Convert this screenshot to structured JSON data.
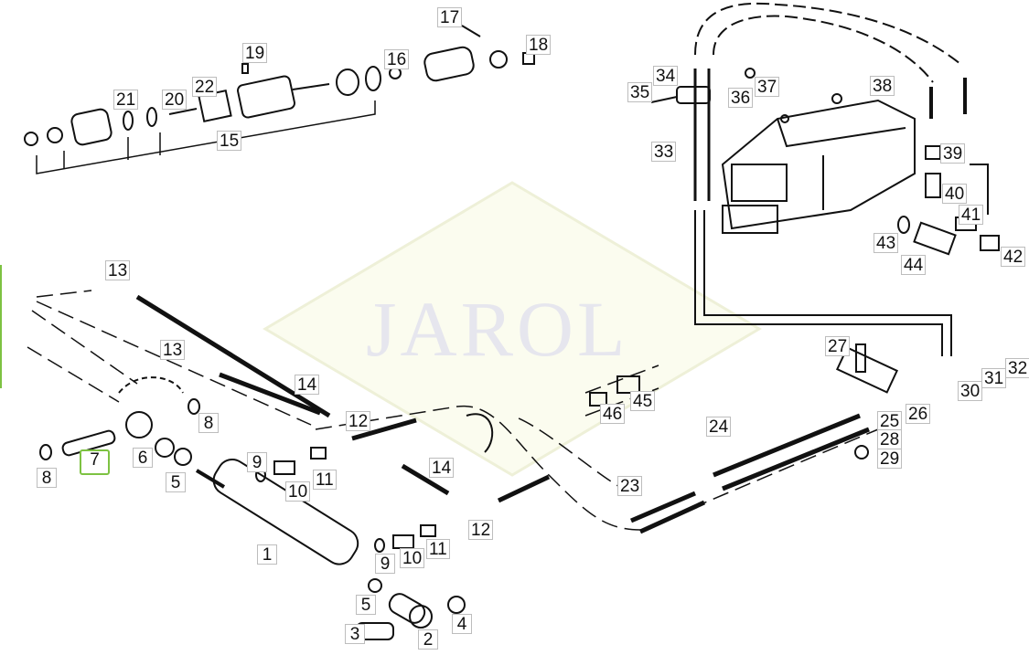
{
  "watermark": "JAROL",
  "selected_part": "7",
  "colors": {
    "highlight": "#7dc242",
    "line": "#111111",
    "label_border": "#bdbdbd"
  },
  "labels": [
    "17",
    "18",
    "19",
    "16",
    "21",
    "22",
    "20",
    "15",
    "34",
    "35",
    "36",
    "37",
    "38",
    "33",
    "39",
    "40",
    "41",
    "43",
    "44",
    "42",
    "13",
    "13",
    "14",
    "12",
    "8",
    "8",
    "7",
    "6",
    "5",
    "9",
    "10",
    "11",
    "14",
    "12",
    "23",
    "24",
    "27",
    "25",
    "26",
    "28",
    "29",
    "30",
    "31",
    "32",
    "45",
    "46",
    "1",
    "9",
    "10",
    "11",
    "5",
    "4",
    "3",
    "2"
  ]
}
